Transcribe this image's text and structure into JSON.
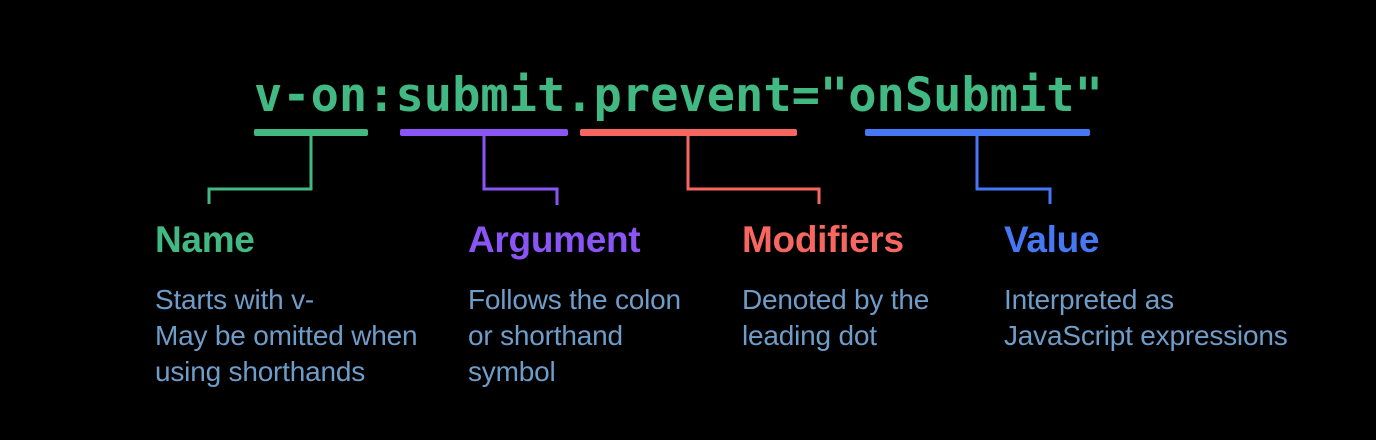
{
  "palette": {
    "background": "#000000",
    "description_text": "#6f9dc9"
  },
  "code": {
    "full": "v-on:submit.prevent=\"onSubmit\"",
    "color": "#42b883"
  },
  "sections": [
    {
      "id": "name",
      "label": "Name",
      "token": "v-on",
      "color": "#42b883",
      "description": [
        "Starts with v-",
        "May be omitted when",
        "using shorthands"
      ]
    },
    {
      "id": "argument",
      "label": "Argument",
      "token": "submit",
      "color": "#8b55f6",
      "description": [
        "Follows the colon",
        "or shorthand",
        "symbol"
      ]
    },
    {
      "id": "modifiers",
      "label": "Modifiers",
      "token": "prevent",
      "color": "#f76661",
      "description": [
        "Denoted by the",
        "leading dot"
      ]
    },
    {
      "id": "value",
      "label": "Value",
      "token": "onSubmit",
      "color": "#4678f5",
      "description": [
        "Interpreted as",
        "JavaScript expressions"
      ]
    }
  ]
}
